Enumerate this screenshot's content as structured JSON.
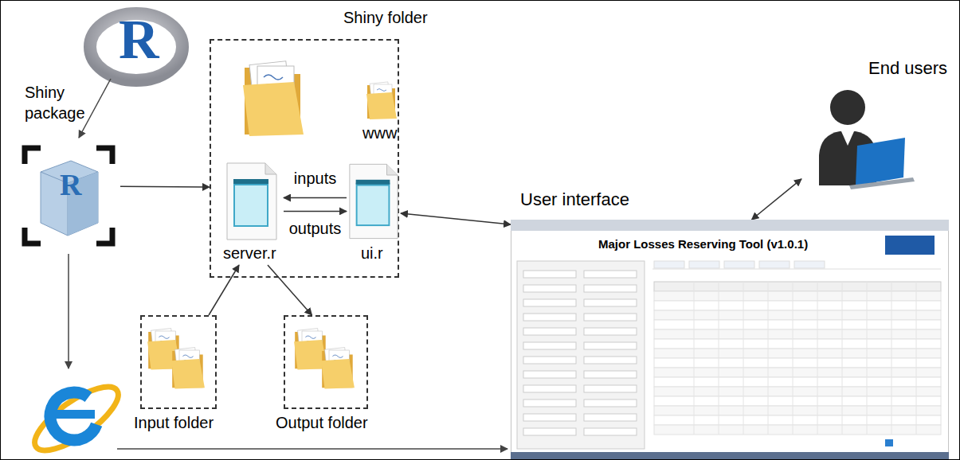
{
  "diagram": {
    "nodes": [
      {
        "text": [
          "Shiny folder"
        ]
      },
      {
        "text": [
          "Shiny package"
        ]
      },
      {
        "text": [
          "www"
        ],
        "in": 0
      },
      {
        "text": [
          "server.r"
        ],
        "in": 0
      },
      {
        "text": [
          "ui.r"
        ],
        "in": 0
      },
      {
        "text": [
          "Input folder"
        ]
      },
      {
        "text": [
          "Output folder"
        ]
      },
      {
        "text": [
          "User interface",
          "Major Losses Reserving Tool (v1.0.1)"
        ]
      },
      {
        "text": [
          "End users"
        ]
      }
    ],
    "edges": [
      {
        "from": 1,
        "to": 0,
        "arrow": "to"
      },
      {
        "from": 4,
        "to": 3,
        "label": "inputs",
        "arrow": "to"
      },
      {
        "from": 3,
        "to": 4,
        "label": "outputs",
        "arrow": "to"
      },
      {
        "from": 4,
        "to": 7,
        "arrow": "both"
      },
      {
        "from": 5,
        "to": 3,
        "arrow": "to"
      },
      {
        "from": 3,
        "to": 6,
        "arrow": "to"
      },
      {
        "from": 8,
        "to": 7,
        "arrow": "both"
      }
    ],
    "labels": [
      "R",
      "R"
    ]
  }
}
